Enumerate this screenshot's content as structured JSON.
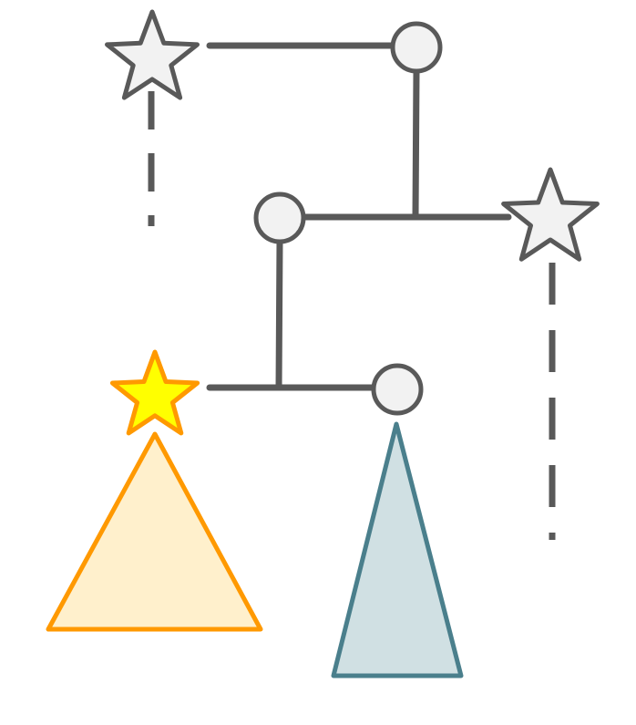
{
  "colors": {
    "edge": "#595959",
    "node_fill": "#f2f2f2",
    "node_stroke": "#595959",
    "highlight_star_fill": "#ffff00",
    "highlight_stroke": "#ff9900",
    "left_triangle_fill": "#fff0cc",
    "right_triangle_fill": "#d0e0e3",
    "right_triangle_stroke": "#4a7f8c"
  },
  "diagram": {
    "node_shapes": [
      "star",
      "circle",
      "circle",
      "star",
      "star",
      "circle"
    ],
    "edge_styles": [
      "solid",
      "dashed"
    ],
    "subtree_shapes": [
      "triangle",
      "triangle"
    ],
    "highlighted_node": "star"
  }
}
